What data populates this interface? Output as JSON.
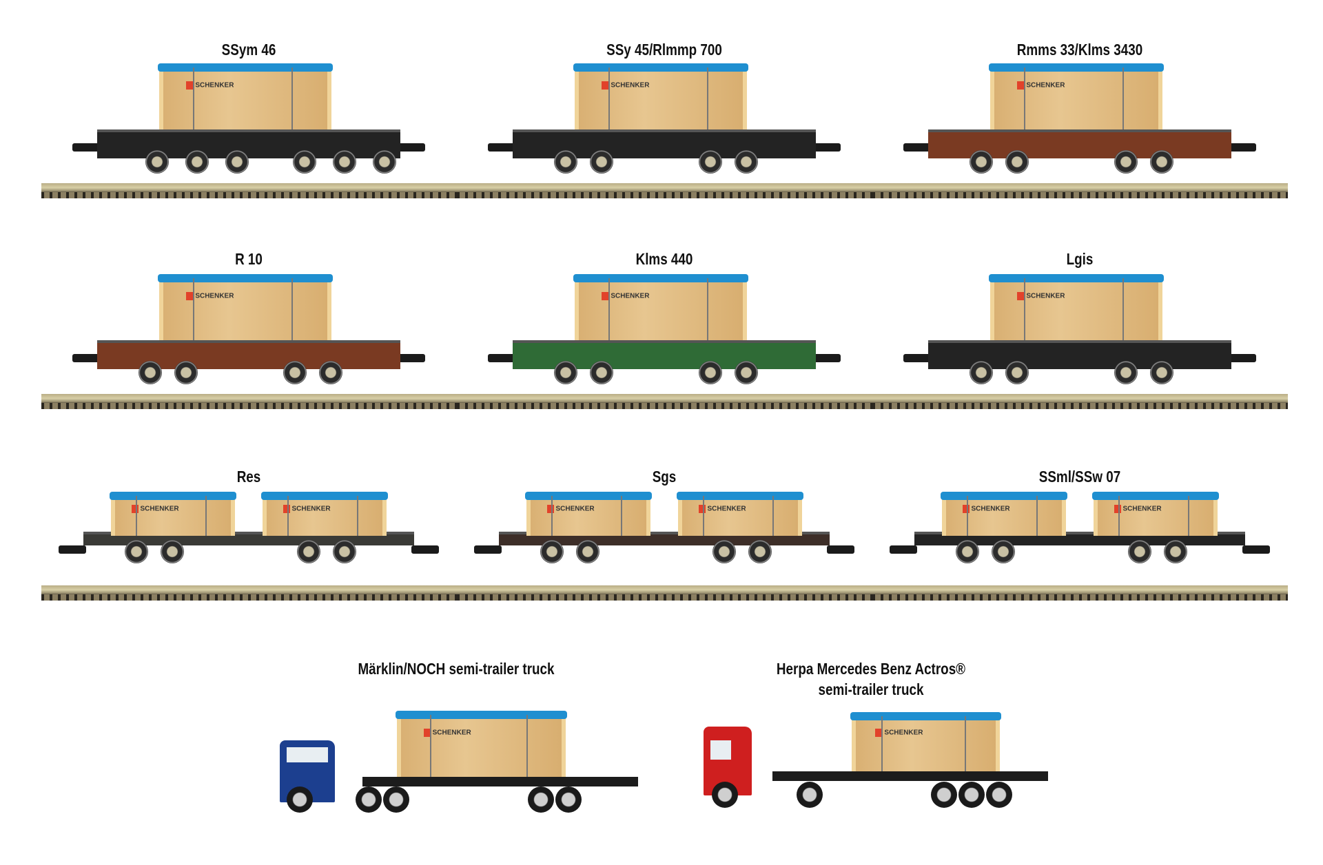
{
  "crate_brand": "SCHENKER",
  "colors": {
    "tarp": "#1f8fd0",
    "crate": "#e2c38a",
    "black_wagon": "#232323",
    "brown_wagon": "#7a3a22",
    "green_wagon": "#2f6b36",
    "blue_truck": "#1c3f8f",
    "red_truck": "#cf1f1f"
  },
  "wagons": [
    {
      "name": "SSym 46",
      "body_color": "#232323",
      "crates": 1
    },
    {
      "name": "SSy 45/Rlmmp 700",
      "body_color": "#232323",
      "crates": 1
    },
    {
      "name": "Rmms 33/Klms 3430",
      "body_color": "#7a3a22",
      "crates": 1
    },
    {
      "name": "R 10",
      "body_color": "#7a3a22",
      "crates": 1
    },
    {
      "name": "Klms 440",
      "body_color": "#2f6b36",
      "crates": 1
    },
    {
      "name": "Lgis",
      "body_color": "#232323",
      "crates": 1
    },
    {
      "name": "Res",
      "body_color": "#3a3a36",
      "crates": 2
    },
    {
      "name": "Sgs",
      "body_color": "#3d2e28",
      "crates": 2
    },
    {
      "name": "SSml/SSw 07",
      "body_color": "#232323",
      "crates": 2
    }
  ],
  "trucks": [
    {
      "name": "Märklin/NOCH semi-trailer truck",
      "cab_color": "#1c3f8f"
    },
    {
      "name_line1": "Herpa Mercedes Benz Actros®",
      "name_line2": "semi-trailer truck",
      "cab_color": "#cf1f1f"
    }
  ]
}
